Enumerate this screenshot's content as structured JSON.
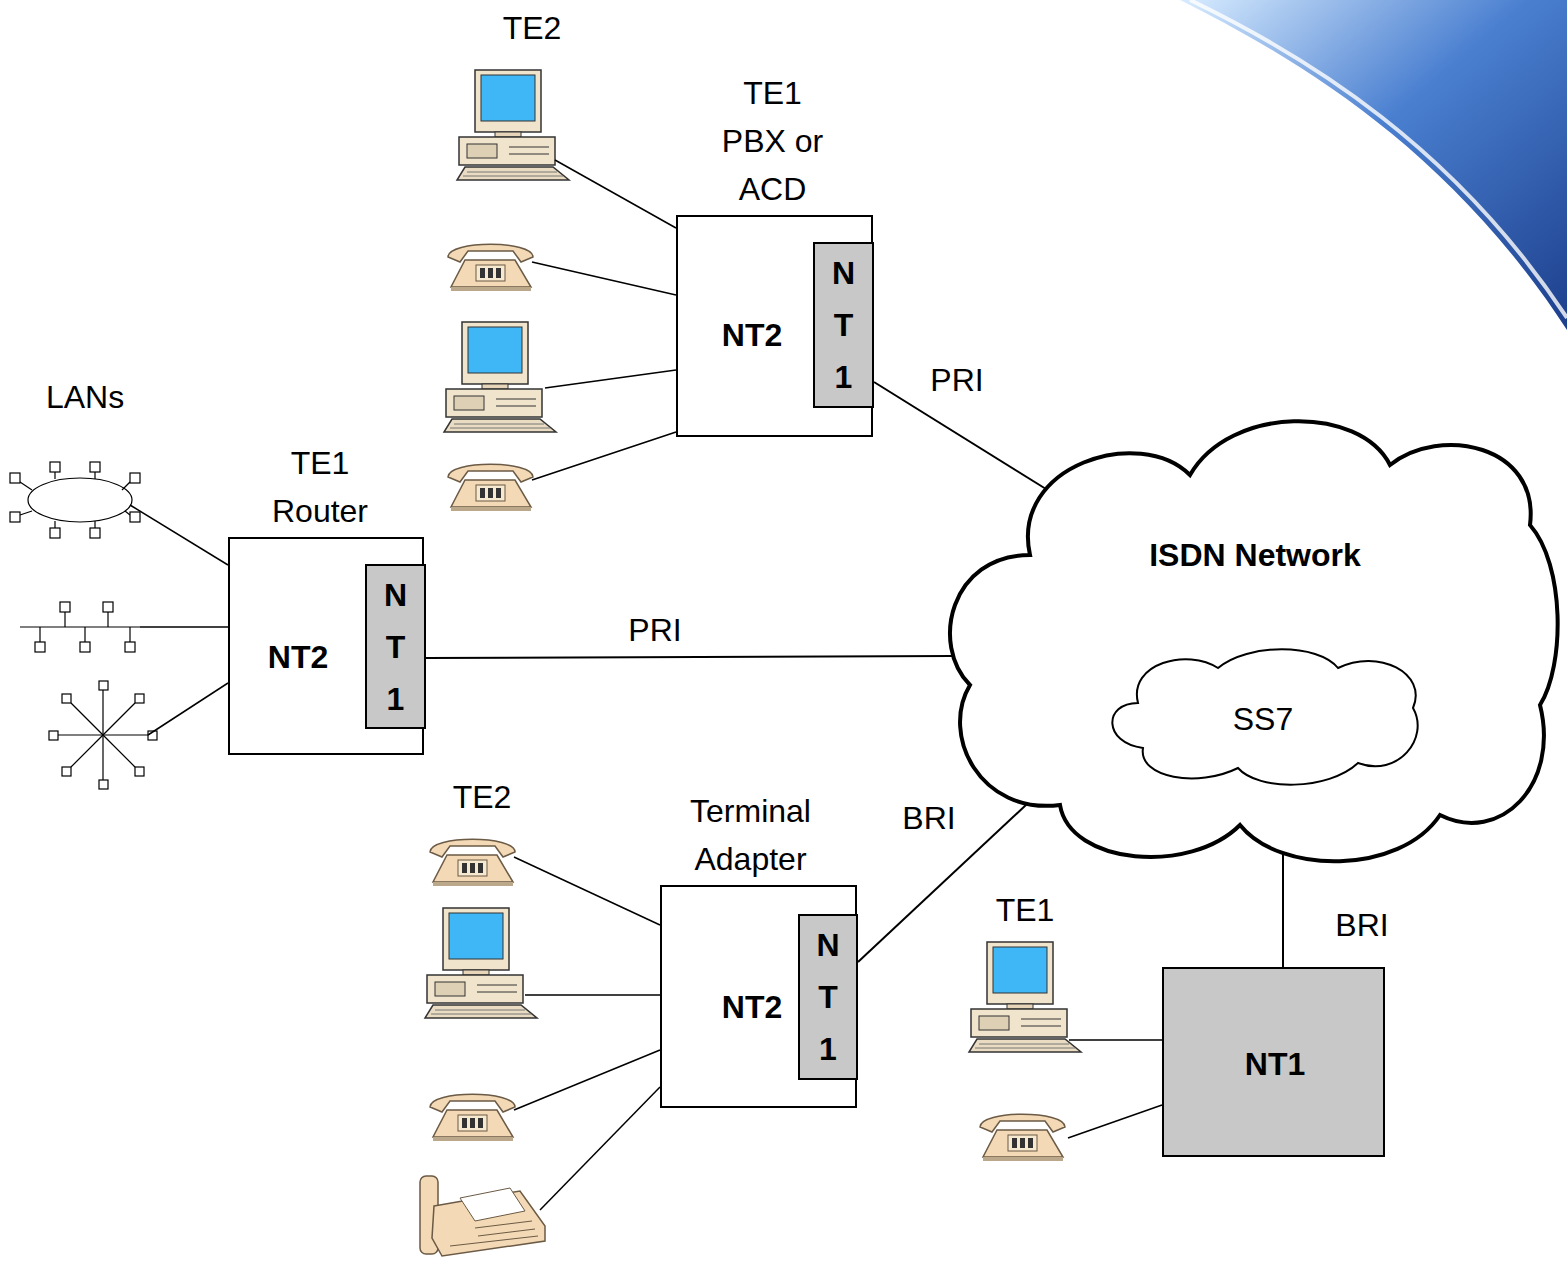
{
  "diagram": {
    "nodes": [
      {
        "text": [
          "TE1 PBX or ACD",
          "NT2"
        ]
      },
      {
        "text": [
          "N T 1"
        ],
        "in": 0
      },
      {
        "text": [
          "TE1 Router",
          "NT2"
        ]
      },
      {
        "text": [
          "N T 1"
        ],
        "in": 2
      },
      {
        "text": [
          "ISDN Network"
        ]
      },
      {
        "text": [
          "SS7"
        ],
        "in": 4
      },
      {
        "text": [
          "Terminal Adapter",
          "NT2"
        ]
      },
      {
        "text": [
          "N T 1"
        ],
        "in": 6
      },
      {
        "text": [
          "NT1"
        ]
      }
    ],
    "edges": [
      {
        "from": 1,
        "to": 4,
        "label": "PRI",
        "arrow": "none"
      },
      {
        "from": 3,
        "to": 4,
        "label": "PRI",
        "arrow": "none"
      },
      {
        "from": 7,
        "to": 4,
        "label": "BRI",
        "arrow": "none"
      },
      {
        "from": 8,
        "to": 4,
        "label": "BRI",
        "arrow": "none"
      }
    ],
    "labels": [
      "TE2",
      "LANs",
      "TE2",
      "TE1"
    ]
  }
}
